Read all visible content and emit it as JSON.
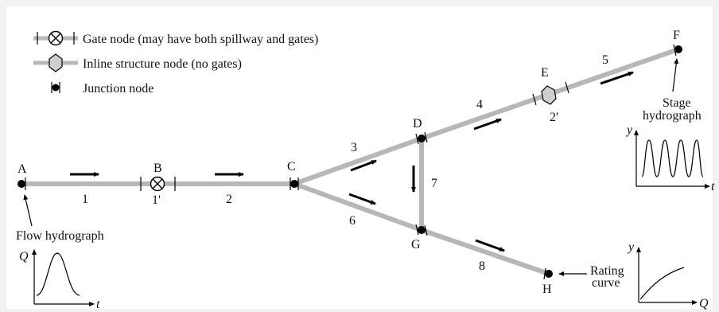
{
  "legend": {
    "gate": "Gate node (may have both spillway and gates)",
    "inline": "Inline structure node (no gates)",
    "junction": "Junction node"
  },
  "nodes": {
    "A": "A",
    "B": "B",
    "C": "C",
    "D": "D",
    "E": "E",
    "F": "F",
    "G": "G",
    "H": "H"
  },
  "reaches": {
    "r1": "1",
    "r2": "2",
    "r3": "3",
    "r4": "4",
    "r5": "5",
    "r6": "6",
    "r7": "7",
    "r8": "8"
  },
  "structures": {
    "s1": "1'",
    "s2": "2'"
  },
  "boundaries": {
    "flow": "Flow hydrograph",
    "stage_line1": "Stage",
    "stage_line2": "hydrograph",
    "rating_line1": "Rating",
    "rating_line2": "curve"
  },
  "axes": {
    "flow_y": "Q",
    "flow_x": "t",
    "stage_y": "y",
    "stage_x": "t",
    "rating_y": "y",
    "rating_x": "Q"
  }
}
